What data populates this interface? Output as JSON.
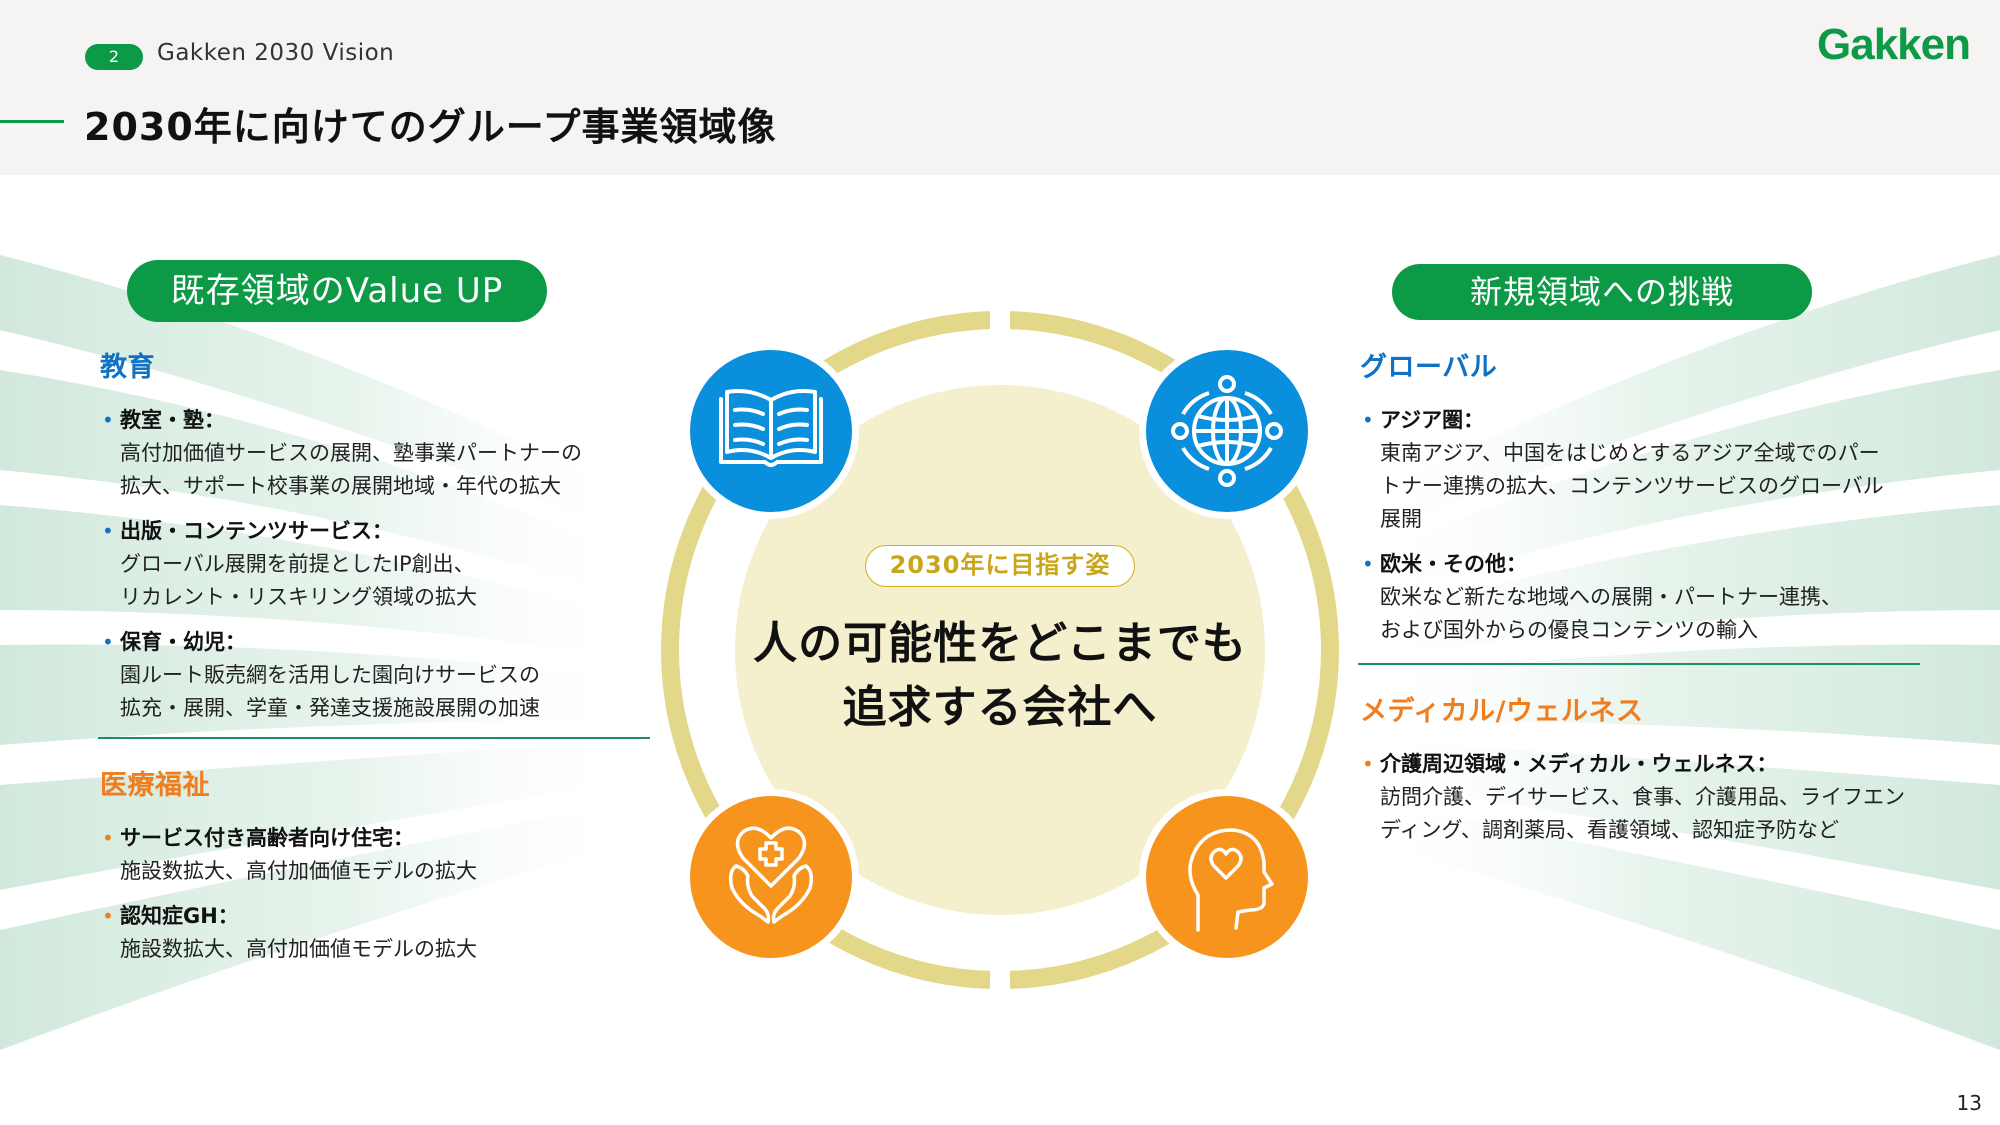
{
  "header": {
    "section_number": "2",
    "section_label": "Gakken 2030 Vision",
    "title": "2030年に向けてのグループ事業領域像",
    "logo": "Gakken"
  },
  "colors": {
    "brand_green": "#0d9a46",
    "category_blue": "#0f72c4",
    "category_orange": "#f07d1e",
    "icon_blue": "#0a8fdc",
    "icon_orange": "#f7941d",
    "ring_gold": "#e3d78a",
    "center_cream": "#f4efcc"
  },
  "left": {
    "pill": "既存領域のValue UP",
    "categories": [
      {
        "title": "教育",
        "color": "blue",
        "items": [
          {
            "head": "教室・塾：",
            "body": "高付加価値サービスの展開、塾事業パートナーの\n拡大、サポート校事業の展開地域・年代の拡大"
          },
          {
            "head": "出版・コンテンツサービス：",
            "body": "グローバル展開を前提としたIP創出、\nリカレント・リスキリング領域の拡大"
          },
          {
            "head": "保育・幼児：",
            "body": "園ルート販売網を活用した園向けサービスの\n拡充・展開、学童・発達支援施設展開の加速"
          }
        ]
      },
      {
        "title": "医療福祉",
        "color": "orange",
        "items": [
          {
            "head": "サービス付き高齢者向け住宅：",
            "body": "施設数拡大、高付加価値モデルの拡大"
          },
          {
            "head": "認知症GH：",
            "body": "施設数拡大、高付加価値モデルの拡大"
          }
        ]
      }
    ]
  },
  "right": {
    "pill": "新規領域への挑戦",
    "categories": [
      {
        "title": "グローバル",
        "color": "blue",
        "items": [
          {
            "head": "アジア圏：",
            "body": "東南アジア、中国をはじめとするアジア全域でのパー\nトナー連携の拡大、コンテンツサービスのグローバル\n展開"
          },
          {
            "head": "欧米・その他：",
            "body": "欧米など新たな地域への展開・パートナー連携、\nおよび国外からの優良コンテンツの輸入"
          }
        ]
      },
      {
        "title": "メディカル/ウェルネス",
        "color": "orange",
        "items": [
          {
            "head": "介護周辺領域・メディカル・ウェルネス：",
            "body": "訪問介護、デイサービス、食事、介護用品、ライフエン\nディング、調剤薬局、看護領域、認知症予防など"
          }
        ]
      }
    ]
  },
  "center": {
    "tag": "2030年に目指す姿",
    "statement": "人の可能性をどこまでも\n追求する会社へ",
    "icons": [
      {
        "name": "open-book-icon",
        "position": "top-left",
        "color": "blue"
      },
      {
        "name": "globe-network-icon",
        "position": "top-right",
        "color": "blue"
      },
      {
        "name": "heart-hands-icon",
        "position": "bottom-left",
        "color": "orange"
      },
      {
        "name": "head-heart-icon",
        "position": "bottom-right",
        "color": "orange"
      }
    ]
  },
  "footer": {
    "page_number": "13"
  }
}
